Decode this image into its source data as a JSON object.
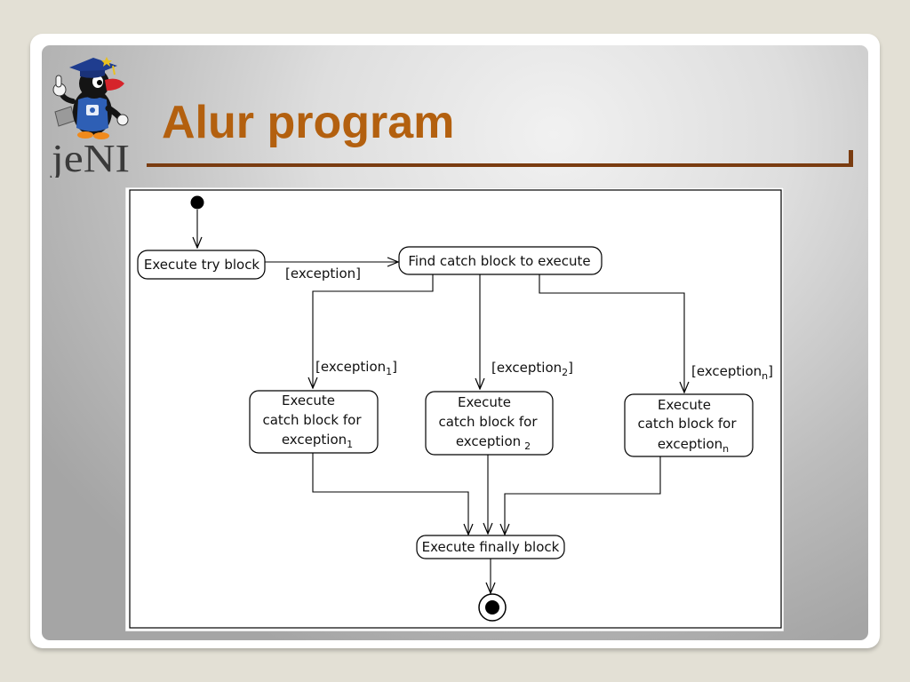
{
  "slide": {
    "title": "Alur program",
    "logo": {
      "text": "jeNI",
      "icon": "jeni-mascot-icon"
    },
    "colors": {
      "title": "#b3600f",
      "rule": "#7a3c10",
      "backdrop": "#e3e0d5"
    }
  },
  "diagram": {
    "try_block": "Execute try block",
    "exception_guard": "[exception]",
    "find_catch_block": "Find catch block to execute",
    "branches": [
      {
        "guard": {
          "open": "[exception",
          "sub": "1",
          "close": "]"
        },
        "catch_box": {
          "line1": "Execute",
          "line2": "catch block for",
          "line3": "exception",
          "sub": "1"
        }
      },
      {
        "guard": {
          "open": "[exception",
          "sub": "2",
          "close": "]"
        },
        "catch_box": {
          "line1": "Execute",
          "line2": "catch block for",
          "line3": "exception",
          "sub": "2"
        }
      },
      {
        "guard": {
          "open": "[exception",
          "sub": "n",
          "close": "]"
        },
        "catch_box": {
          "line1": "Execute",
          "line2": "catch block for",
          "line3": "exception",
          "sub": "n"
        }
      }
    ],
    "finally_block": "Execute finally block"
  }
}
